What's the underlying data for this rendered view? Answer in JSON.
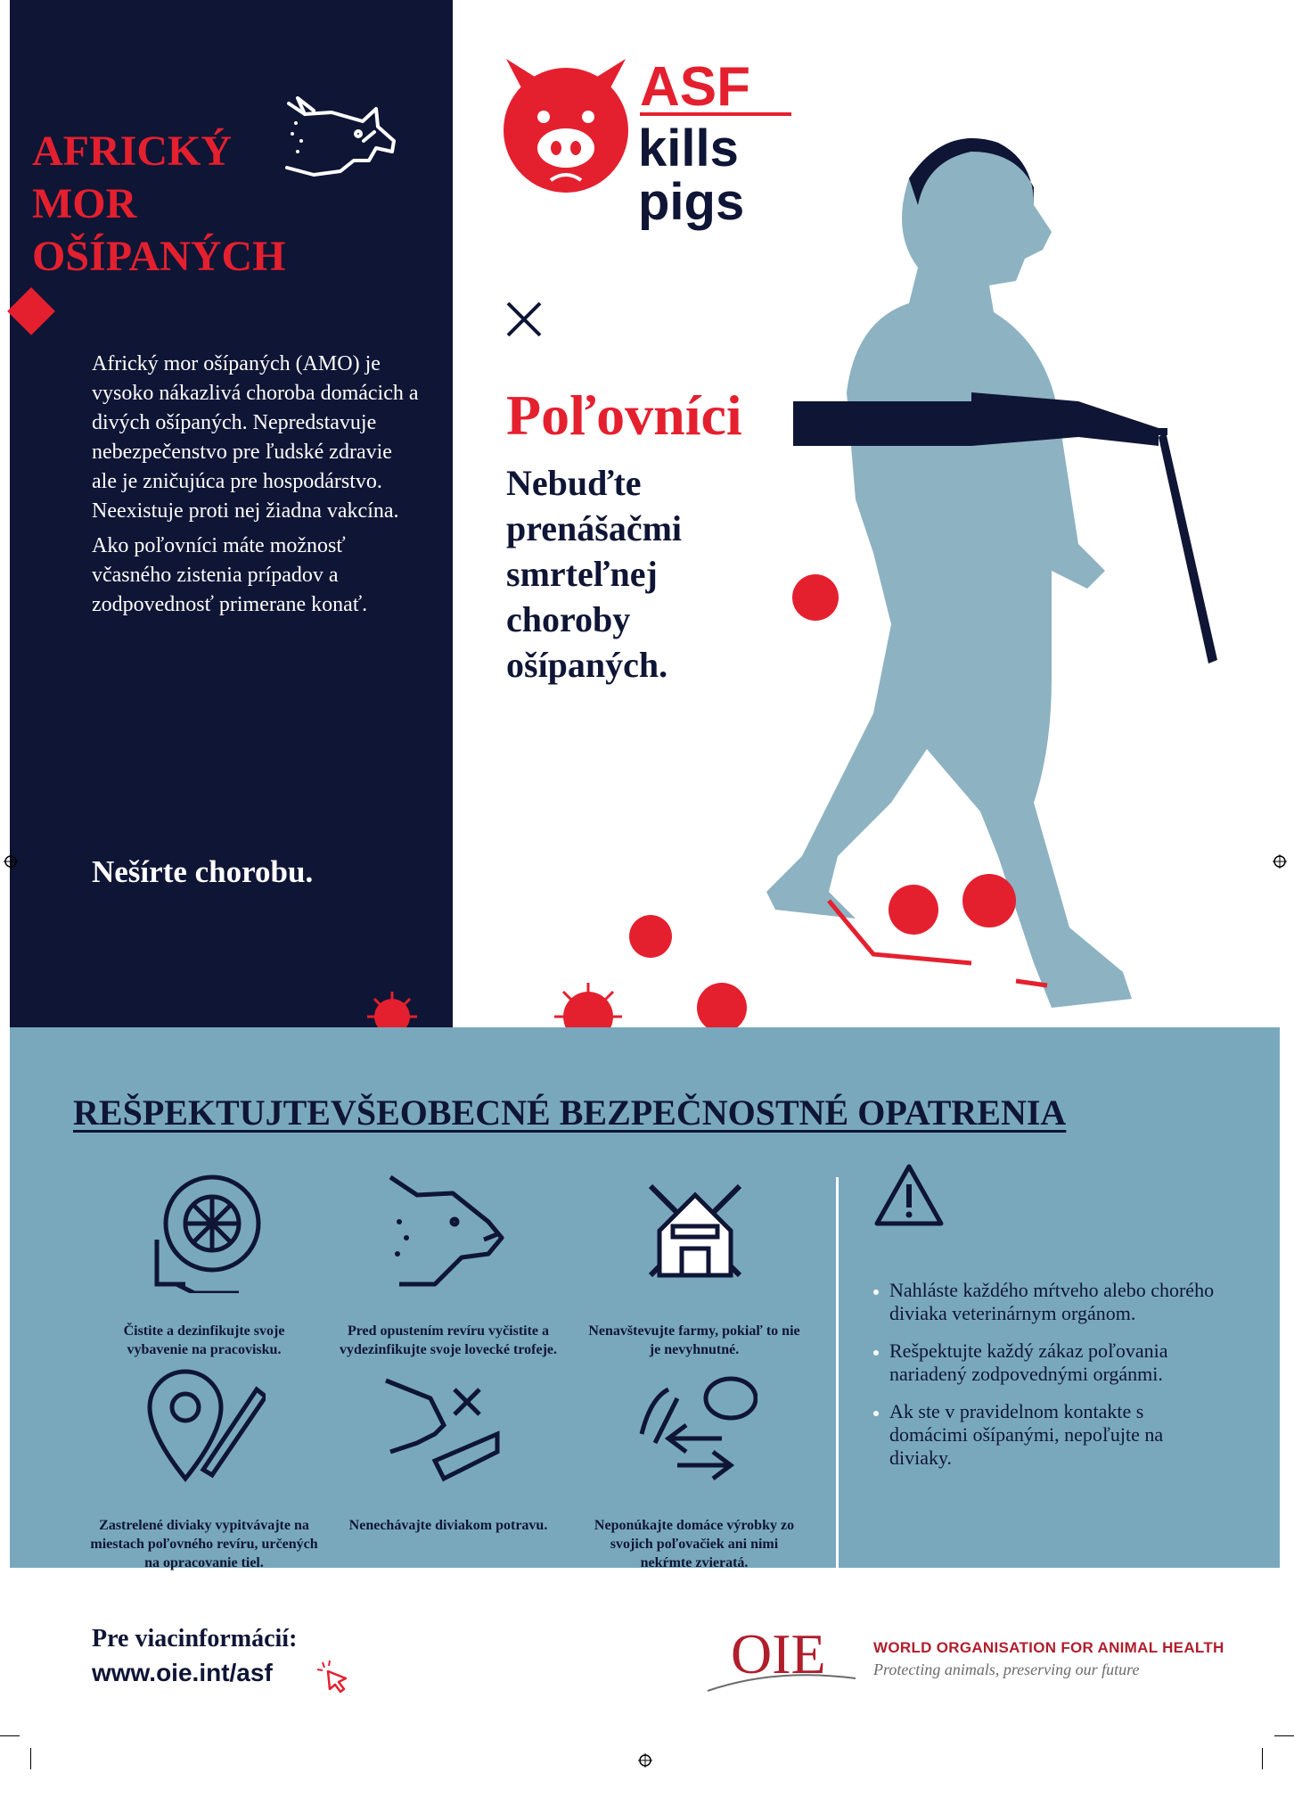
{
  "header": {
    "title_lines": [
      "AFRICKÝ",
      "MOR",
      "OŠÍPANÝCH"
    ],
    "intro_paragraph_1": "Africký mor ošípaných (AMO) je vysoko nákazlivá choroba domácich a divých ošípaných. Nepredstavuje nebezpečenstvo pre ľudské zdravie ale je zničujúca pre hospodárstvo. Neexistuje proti nej žiadna vakcína.",
    "intro_paragraph_2": "Ako poľovníci máte možnosť včasného zistenia prípadov a zodpovednosť primerane konať.",
    "tagline": "Nešírte chorobu."
  },
  "logo": {
    "line1": "ASF",
    "line2": "kills",
    "line3": "pigs"
  },
  "audience": {
    "title": "Poľovníci",
    "subtitle": "Nebuďte prenášačmi smrteľnej choroby ošípaných."
  },
  "measures": {
    "title": "REŠPEKTUJTEVŠEOBECNÉ BEZPEČNOSTNÉ OPATRENIA",
    "tiles": [
      {
        "icon": "tire-boots-gloves-icon",
        "caption": "Čistite a dezinfikujte svoje vybavenie na pracovisku."
      },
      {
        "icon": "boar-head-icon",
        "caption": "Pred opustením revíru vyčistite a vydezinfikujte svoje lovecké trofeje."
      },
      {
        "icon": "no-farm-icon",
        "caption": "Nenavštevujte farmy, pokiaľ to nie je nevyhnutné."
      },
      {
        "icon": "location-knife-icon",
        "caption": "Zastrelené diviaky vypitvávajte na miestach poľovného revíru, určených na opracovanie tiel."
      },
      {
        "icon": "no-feeding-icon",
        "caption": "Nenechávajte diviakom potravu."
      },
      {
        "icon": "sausage-exchange-icon",
        "caption": "Neponúkajte domáce výrobky zo svojich poľovačiek ani nimi nekŕmte zvieratá."
      }
    ],
    "rules": [
      "Nahláste každého mŕtveho alebo chorého diviaka veterinárnym orgánom.",
      "Rešpektujte každý zákaz poľovania nariadený zodpovednými orgánmi.",
      "Ak ste v pravidelnom kontakte s domácimi ošípanými, nepoľujte na diviaky."
    ]
  },
  "footer": {
    "more_label": "Pre viacinformácií:",
    "url": "www.oie.int/asf",
    "org_logo_text": "OIE",
    "org_name": "WORLD ORGANISATION FOR ANIMAL HEALTH",
    "org_motto": "Protecting animals, preserving our future"
  },
  "colors": {
    "navy": "#0f1535",
    "red": "#e4202f",
    "blue": "#79a8bd",
    "hunter": "#8db2c2"
  }
}
